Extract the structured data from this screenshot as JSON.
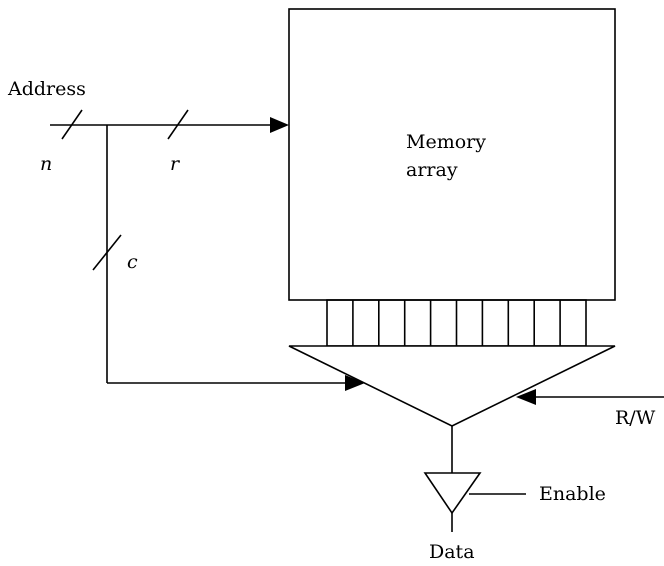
{
  "labels": {
    "address": "Address",
    "memory_line1": "Memory",
    "memory_line2": "array",
    "n": "n",
    "r": "r",
    "c": "c",
    "rw": "R/W",
    "enable": "Enable",
    "data": "Data"
  },
  "column_line_count": 10
}
